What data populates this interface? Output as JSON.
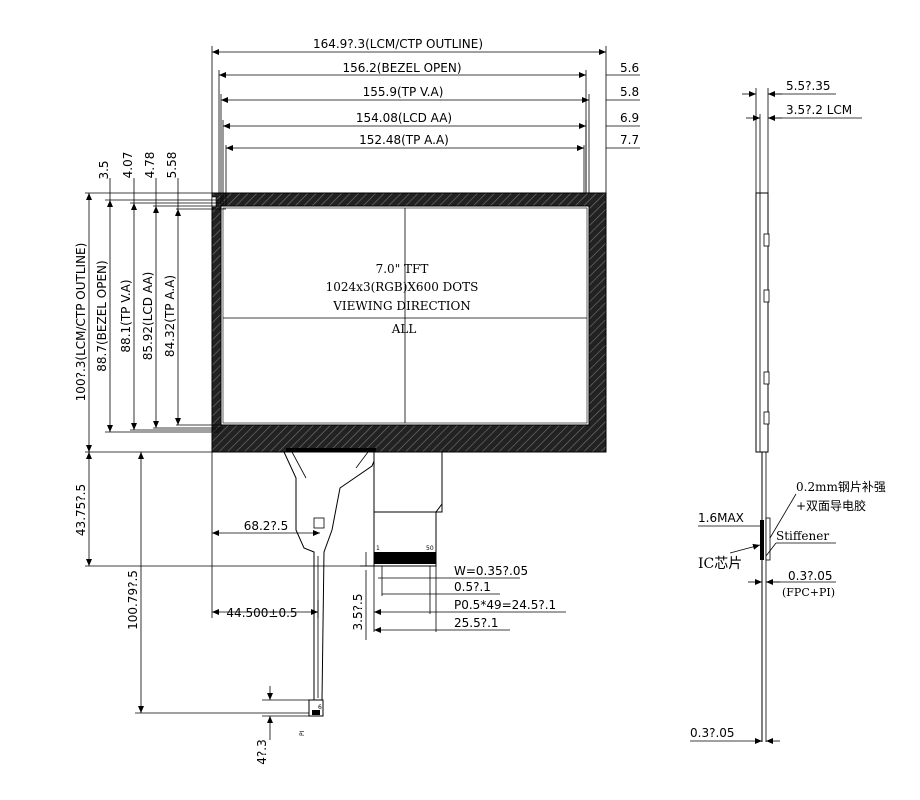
{
  "top_dims": {
    "outline": "164.9?.3(LCM/CTP OUTLINE)",
    "bezel": "156.2(BEZEL OPEN)",
    "tpva": "155.9(TP V.A)",
    "lcdaa": "154.08(LCD AA)",
    "tpaa": "152.48(TP A.A)"
  },
  "right_offsets": [
    "5.6",
    "5.8",
    "6.9",
    "7.7"
  ],
  "left_dims": {
    "offsets": [
      "3.5",
      "4.07",
      "4.78",
      "5.58"
    ],
    "outline": "100?.3(LCM/CTP OUTLINE)",
    "bezel": "88.7(BEZEL OPEN)",
    "tpva": "88.1(TP V.A)",
    "lcdaa": "85.92(LCD AA)",
    "tpaa": "84.32(TP A.A)"
  },
  "center": {
    "line1": "7.0\" TFT",
    "line2": "1024x3(RGB)X600 DOTS",
    "line3": "VIEWING DIRECTION",
    "line4": "ALL"
  },
  "fpc_dims": {
    "d682": "68.2?.5",
    "d4375": "43.75?.5",
    "d10079": "100.79?.5",
    "d44500": "44.500±0.5",
    "d35": "3.5?.5",
    "w": "W=0.35?.05",
    "d05": "0.5?.1",
    "pitch": "P0.5*49=24.5?.1",
    "d255": "25.5?.1",
    "d43": "4?.3",
    "pin1": "1",
    "pin50": "50",
    "pin6": "6",
    "pi": "PI"
  },
  "side_view": {
    "t1": "5.5?.35",
    "t2": "3.5?.2 LCM",
    "stiffener_cn": "0.2mm钢片补强",
    "tape_cn": "+双面导电胶",
    "max": "1.6MAX",
    "stiffener": "Stiffener",
    "ic": "IC芯片",
    "fpc_thick": "0.3?.05",
    "fpc_pi": "(FPC+PI)",
    "bottom": "0.3?.05"
  }
}
